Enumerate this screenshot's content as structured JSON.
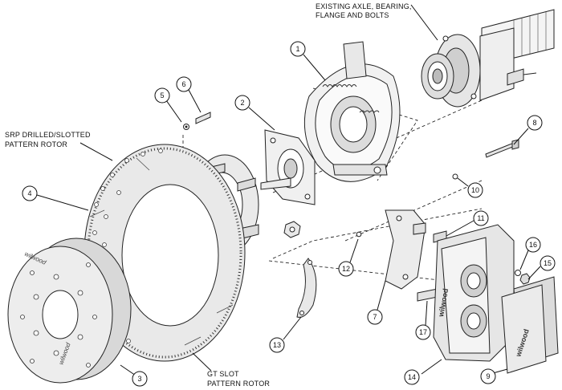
{
  "callouts": {
    "c1": "1",
    "c2": "2",
    "c3": "3",
    "c4": "4",
    "c5": "5",
    "c6": "6",
    "c7": "7",
    "c8": "8",
    "c9": "9",
    "c10": "10",
    "c11": "11",
    "c12": "12",
    "c13": "13",
    "c14": "14",
    "c15": "15",
    "c16": "16",
    "c17": "17"
  },
  "labels": {
    "axle_line1": "EXISTING AXLE, BEARING,",
    "axle_line2": "FLANGE AND BOLTS",
    "srp_line1": "SRP DRILLED/SLOTTED",
    "srp_line2": "PATTERN ROTOR",
    "gt_line1": "GT SLOT",
    "gt_line2": "PATTERN ROTOR"
  },
  "logo_text": "wilwood",
  "pad_text": "wilwood"
}
